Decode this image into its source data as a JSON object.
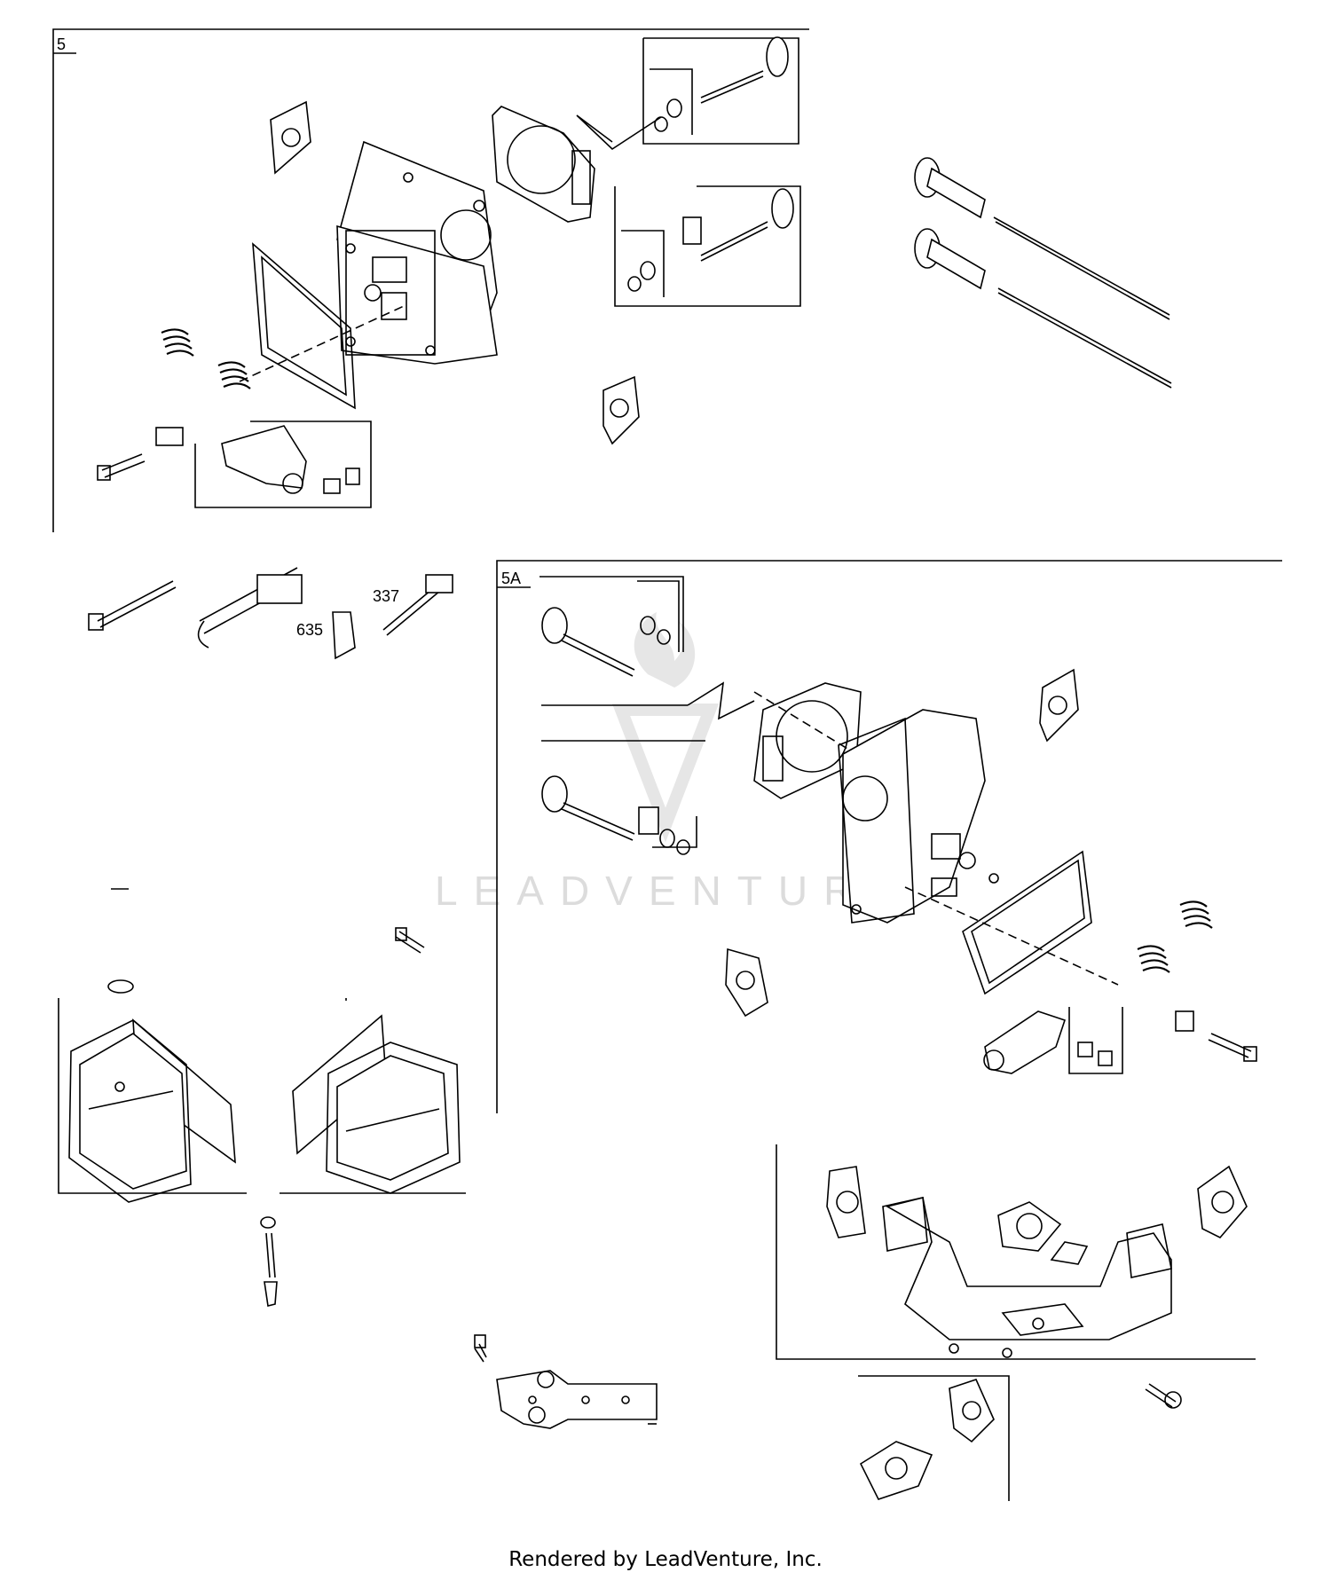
{
  "groups": {
    "group_5": "5",
    "group_5a": "5A"
  },
  "callouts": {
    "part_635": "635",
    "part_337": "337"
  },
  "watermark": "LEADVENTURE",
  "footer": "Rendered by LeadVenture, Inc."
}
